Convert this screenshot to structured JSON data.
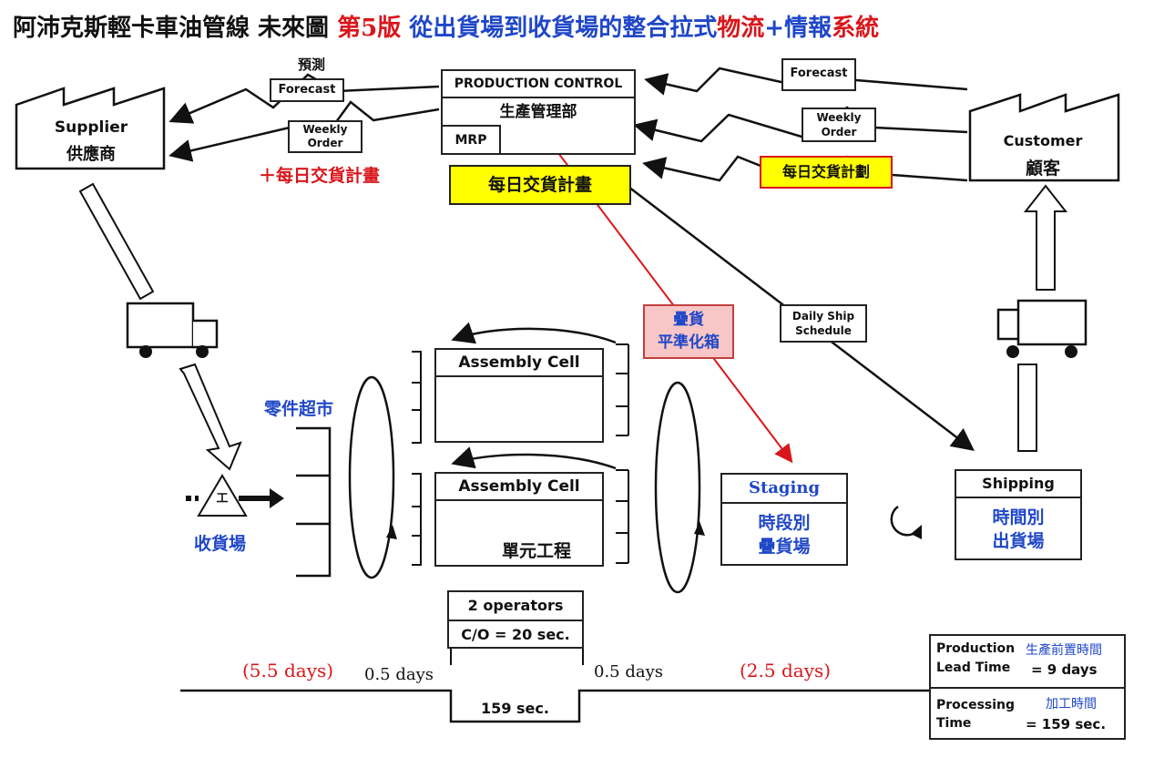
{
  "title": {
    "part1": "阿沛克斯輕卡車油管線 未來圖 ",
    "part2": "第5版 ",
    "part3": "從出貨場到收貨場的整合拉式",
    "part4": "物流",
    "part5": "+情報",
    "part6": "系統"
  },
  "supplier": {
    "en": "Supplier",
    "zh": "供應商"
  },
  "customer": {
    "en": "Customer",
    "zh": "顧客"
  },
  "production_control": {
    "header": "PRODUCTION CONTROL",
    "zh": "生產管理部",
    "mrp": "MRP"
  },
  "forecast_left": {
    "top": "預測",
    "label": "Forecast"
  },
  "weekly_left": {
    "line1": "Weekly",
    "line2": "Order"
  },
  "daily_plan_left": "＋每日交貨計畫",
  "forecast_right": "Forecast",
  "weekly_right": {
    "line1": "Weekly",
    "line2": "Order"
  },
  "daily_plan_right": "每日交貨計劃",
  "daily_plan_center": "每日交貨計畫",
  "load_leveling": {
    "line1": "疊貨",
    "line2": "平準化箱"
  },
  "daily_ship_schedule": {
    "line1": "Daily Ship",
    "line2": "Schedule"
  },
  "parts_supermarket": "零件超市",
  "receiving": {
    "icon": "工",
    "label": "收貨場"
  },
  "assembly_cell_1": {
    "title": "Assembly Cell"
  },
  "assembly_cell_2": {
    "title": "Assembly Cell",
    "zh": "單元工程"
  },
  "staging": {
    "title": "Staging",
    "line1": "時段別",
    "line2": "疊貨場"
  },
  "shipping": {
    "title": "Shipping",
    "line1": "時間別",
    "line2": "出貨場"
  },
  "operators": "2 operators",
  "changeover": "C/O = 20 sec.",
  "timeline": {
    "days_1": "(5.5 days)",
    "days_2": "0.5 days",
    "days_3": "0.5 days",
    "days_4": "(2.5 days)",
    "process_time": "159 sec."
  },
  "summary": {
    "lead_label_en1": "Production",
    "lead_label_en2": "Lead Time",
    "lead_label_zh": "生產前置時間",
    "lead_value": "= 9 days",
    "proc_label_en1": "Processing",
    "proc_label_en2": "Time",
    "proc_label_zh": "加工時間",
    "proc_value": "= 159 sec."
  },
  "colors": {
    "red": "#d9161b",
    "blue": "#1f47c8",
    "yellow": "#ffff00",
    "pink": "#f8c6c6"
  }
}
